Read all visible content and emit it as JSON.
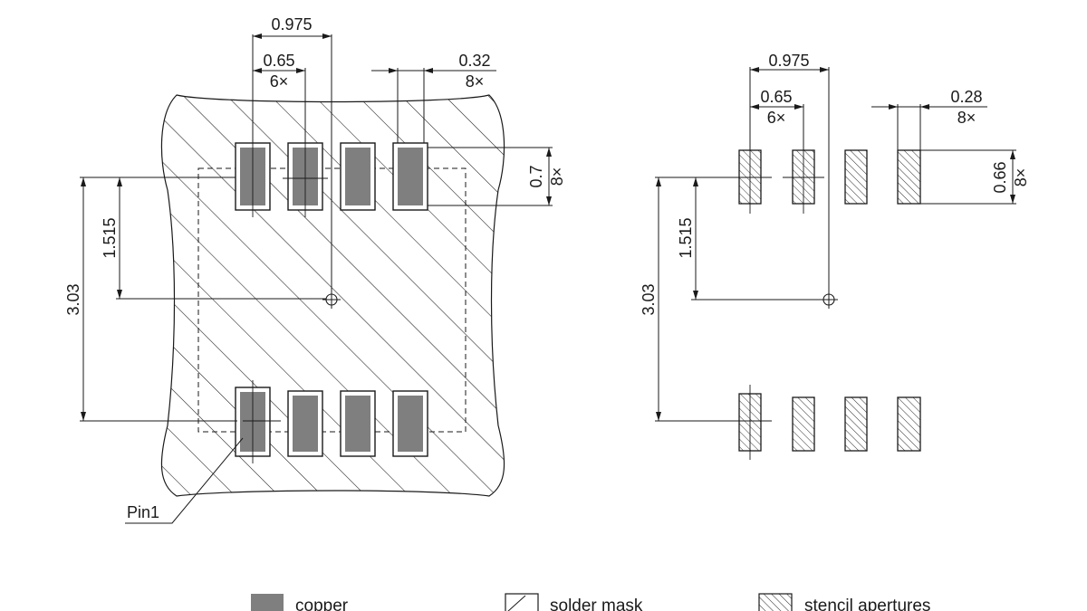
{
  "left_view": {
    "pitch_total": "0.975",
    "pitch": "0.65",
    "pitch_count": "6×",
    "pad_width": "0.32",
    "pad_width_count": "8×",
    "pad_height": "0.7",
    "pad_height_count": "8×",
    "half_span": "1.515",
    "row_span": "3.03",
    "pin1_label": "Pin1"
  },
  "right_view": {
    "pitch_total": "0.975",
    "pitch": "0.65",
    "pitch_count": "6×",
    "aperture_width": "0.28",
    "aperture_width_count": "8×",
    "aperture_height": "0.66",
    "aperture_height_count": "8×",
    "half_span": "1.515",
    "row_span": "3.03"
  },
  "legend": {
    "copper": "copper",
    "solder_mask": "solder mask",
    "stencil": "stencil apertures"
  },
  "colors": {
    "copper": "#7f7f7f",
    "line": "#1a1a1a"
  }
}
